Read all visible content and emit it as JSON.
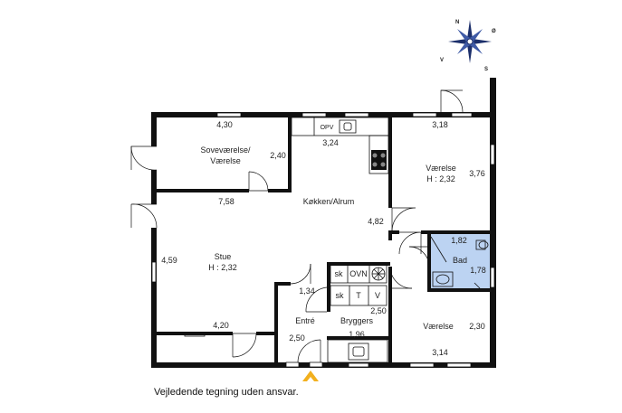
{
  "rooms": {
    "sovevaerelse": {
      "line1": "Soveværelse/",
      "line2": "Værelse"
    },
    "koekken": "Køkken/Alrum",
    "vaerelse_top": {
      "name": "Værelse",
      "height": "H : 2,32"
    },
    "stue": {
      "name": "Stue",
      "height": "H : 2,32"
    },
    "bad": "Bad",
    "entre": "Entré",
    "bryggers": "Bryggers",
    "vaerelse_bottom": "Værelse"
  },
  "dimensions": {
    "d430": "4,30",
    "d324": "3,24",
    "d318": "3,18",
    "d240": "2,40",
    "d376": "3,76",
    "d758": "7,58",
    "d482": "4,82",
    "d182": "1,82",
    "d178": "1,78",
    "d459": "4,59",
    "d134": "1,34",
    "d250a": "2,50",
    "d250b": "2,50",
    "d420": "4,20",
    "d196": "1,96",
    "d230": "2,30",
    "d314": "3,14"
  },
  "fixtures": {
    "opv": "OPV",
    "sk1": "sk",
    "ovn": "OVN",
    "sk2": "sk",
    "t": "T",
    "v": "V"
  },
  "compass": {
    "n": "N",
    "s": "S",
    "v": "V",
    "o": "Ø"
  },
  "disclaimer": "Vejledende tegning uden ansvar.",
  "colors": {
    "wall": "#111111",
    "bathroom": "#bcd3f2",
    "entrance_arrow": "#f2b01e"
  }
}
